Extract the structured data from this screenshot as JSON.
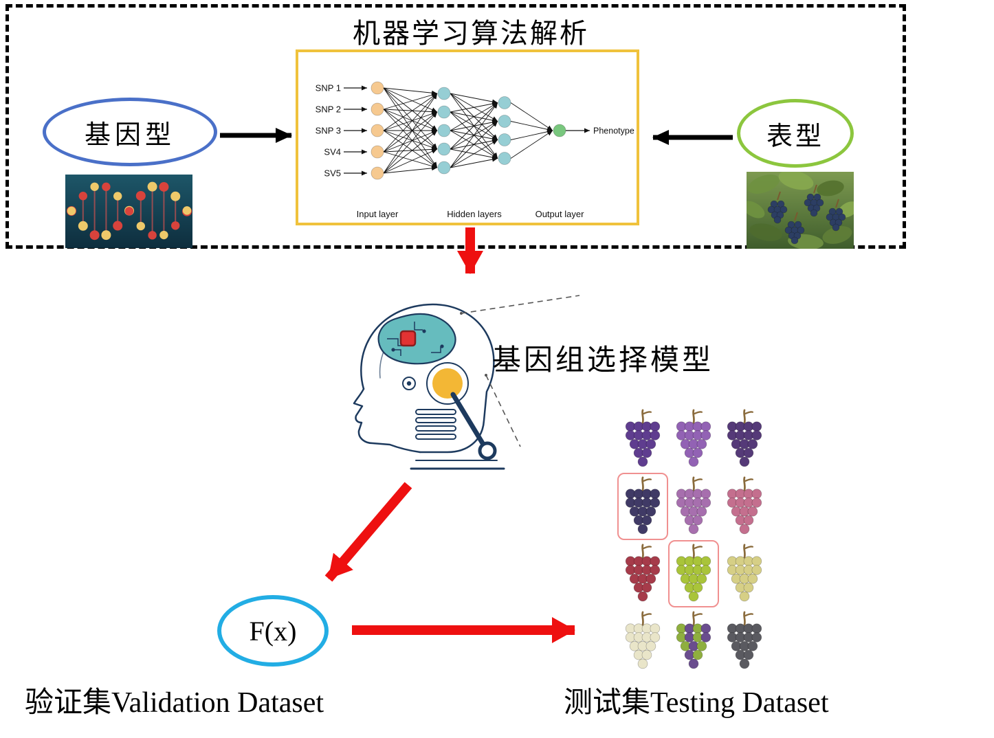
{
  "colors": {
    "arrow_red": "#ee1010",
    "arrow_black": "#000000"
  },
  "top_box": {
    "title": "机器学习算法解析",
    "genotype_label": "基因型",
    "genotype_border": "#4a70c8",
    "phenotype_label": "表型",
    "phenotype_border": "#8cc63e",
    "nn": {
      "box_border": "#f0c23c",
      "input_labels": [
        "SNP 1",
        "SNP 2",
        "SNP 3",
        "SV4",
        "SV5"
      ],
      "layer_labels": [
        "Input layer",
        "Hidden layers",
        "Output layer"
      ],
      "output_label": "Phenotype",
      "layer_sizes": [
        5,
        5,
        4,
        1
      ],
      "node_colors": {
        "input": "#f6c990",
        "hidden": "#96ced4",
        "output": "#79c77e"
      }
    }
  },
  "model_label": "基因组选择模型",
  "fx": {
    "label": "F(x)",
    "border": "#22ade4"
  },
  "datasets": {
    "validation": "验证集Validation Dataset",
    "testing": "测试集Testing Dataset"
  },
  "grapes": {
    "highlight_border": "#f09090",
    "cells": [
      {
        "color": "#5f3d8f"
      },
      {
        "color": "#9262b4"
      },
      {
        "color": "#553a78"
      },
      {
        "color": "#403a66",
        "highlight": true
      },
      {
        "color": "#a76fae"
      },
      {
        "color": "#c46f8e"
      },
      {
        "color": "#a63b4a"
      },
      {
        "color": "#a9c43a",
        "highlight": true
      },
      {
        "color": "#d6cf86"
      },
      {
        "color": "#e9e5c9"
      },
      {
        "color": "#8faf3f",
        "spot": "#6a4d8e"
      },
      {
        "color": "#5a5a60"
      }
    ]
  },
  "dna_image": {
    "bg_top": "#1d5668",
    "bg_bottom": "#0e2e3e",
    "strand_colors": [
      "#d8433c",
      "#eec96a"
    ],
    "rung_color": "#c05050"
  },
  "grape_photo": {
    "bg_top": "#7d9a50",
    "bg_bottom": "#3f5d2c",
    "grape_color": "#2c3e63",
    "leaf_colors": [
      "#6f9140",
      "#86a84e",
      "#55732f",
      "#4e6c2e",
      "#5f7d38",
      "#6f8f42"
    ],
    "stem_color": "#7a5a30"
  }
}
